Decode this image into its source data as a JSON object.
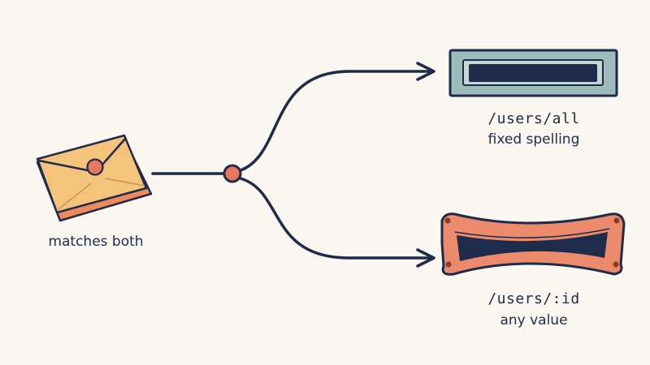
{
  "source": {
    "caption": "matches both",
    "icon": "envelope-icon"
  },
  "junction": {
    "icon": "junction-dot-icon"
  },
  "routes": [
    {
      "path": "/users/all",
      "description": "fixed spelling",
      "icon": "rigid-slot-icon"
    },
    {
      "path": "/users/:id",
      "description": "any value",
      "icon": "flexible-slot-icon"
    }
  ],
  "colors": {
    "background": "#faf6f0",
    "ink": "#1f2b4a",
    "accent": "#e8775f",
    "envelope": "#f2c27a",
    "slot_fixed": "#9dbcbc"
  }
}
